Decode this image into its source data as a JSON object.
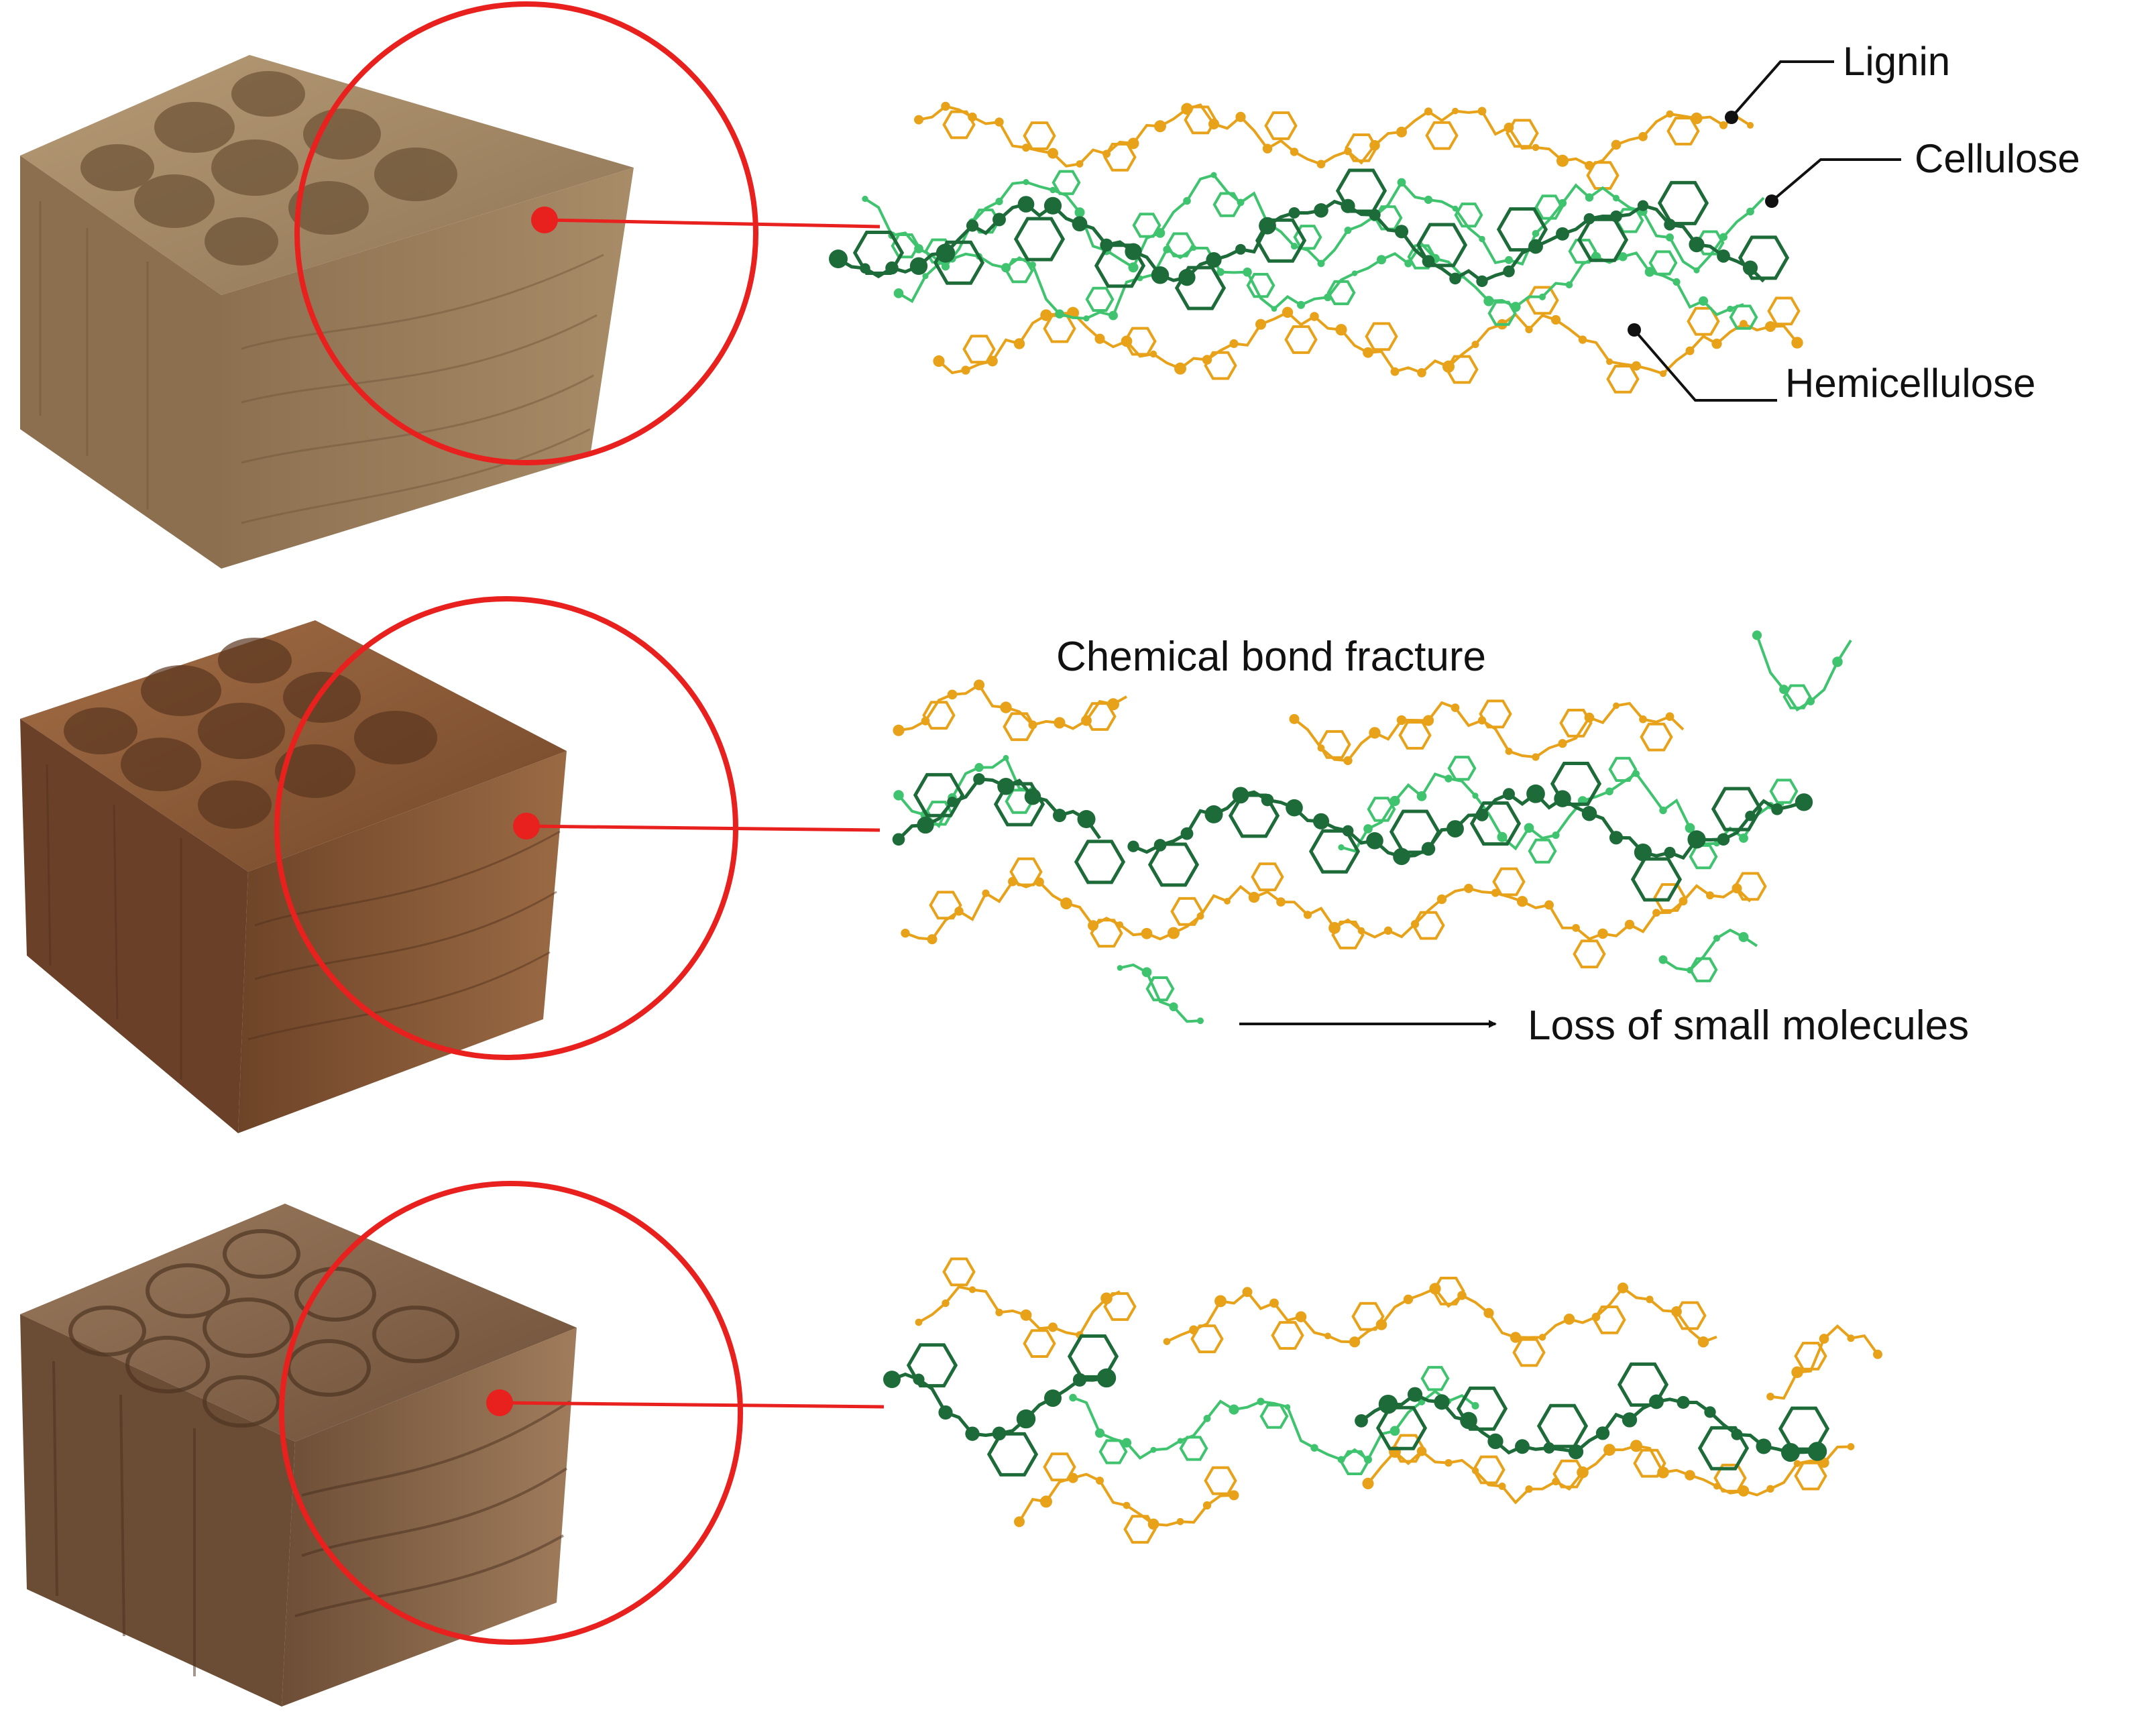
{
  "labels": {
    "lignin": "Lignin",
    "cellulose": "Cellulose",
    "hemicellulose": "Hemicellulose",
    "bond_fracture": "Chemical bond fracture",
    "loss_small_molecules": "Loss of small molecules"
  },
  "colors": {
    "lignin": "#e8a21a",
    "cellulose": "#1e6b3a",
    "hemicellulose": "#3fc36e",
    "magnifier": "#e8211e",
    "wood_light": "#a78a66",
    "wood_mid": "#8a5a36",
    "wood_dark": "#7d5a3e"
  },
  "panels": [
    {
      "id": "intact",
      "wood_tone": "wood_light"
    },
    {
      "id": "bond-fracture",
      "wood_tone": "wood_mid"
    },
    {
      "id": "degraded",
      "wood_tone": "wood_dark"
    }
  ]
}
